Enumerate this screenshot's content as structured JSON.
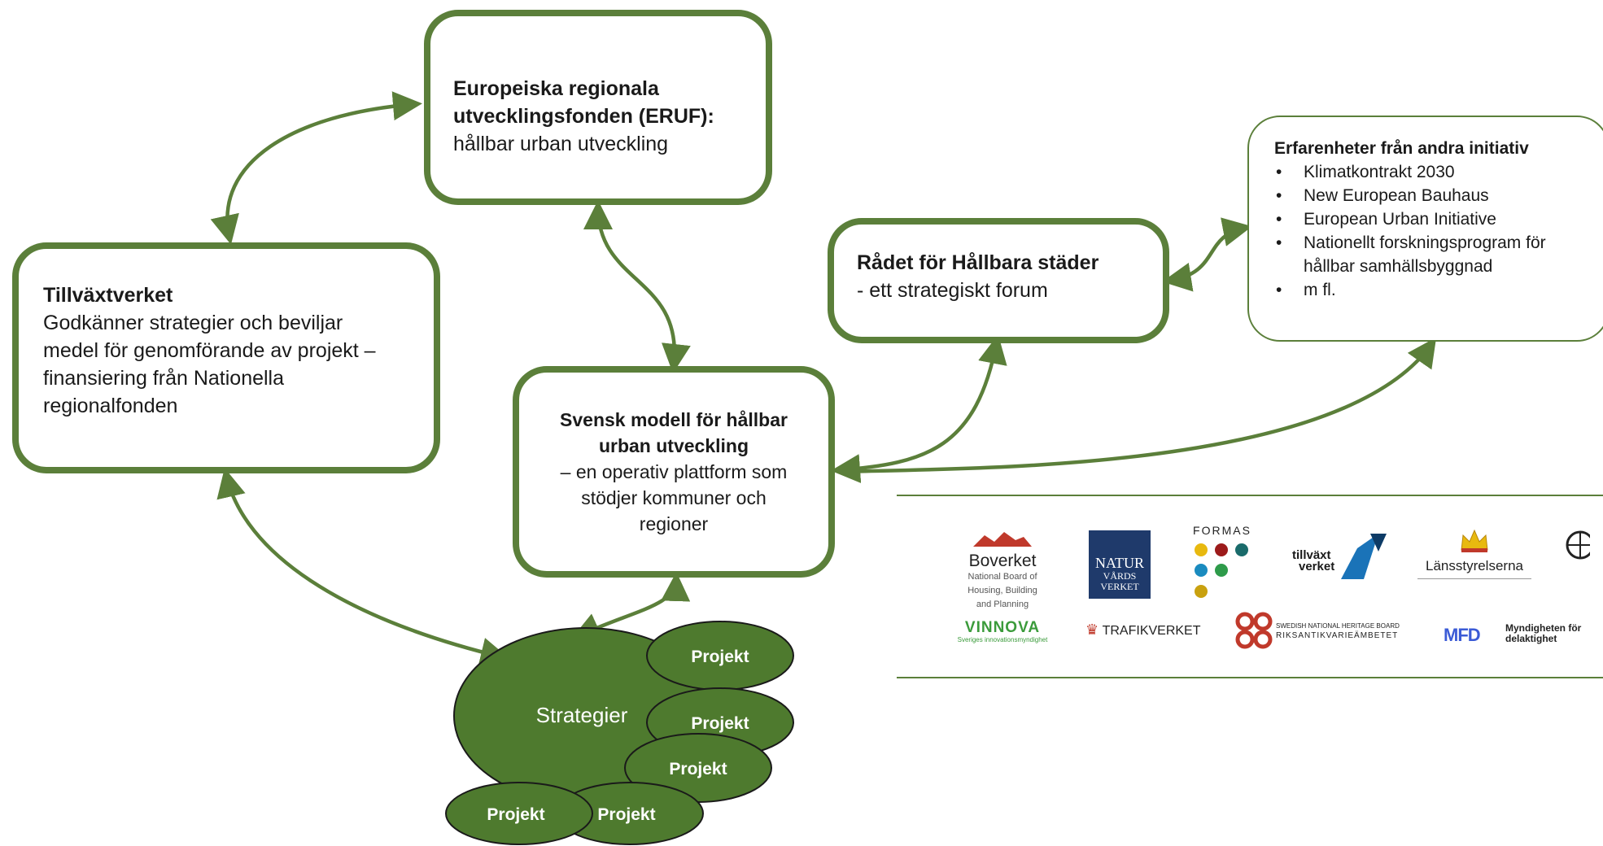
{
  "eruf": {
    "title_line1": "Europeiska regionala",
    "title_line2": "utvecklingsfonden (ERUF):",
    "sub": "hållbar urban utveckling"
  },
  "tillvaxt": {
    "title": "Tillväxtverket",
    "lines": [
      "Godkänner strategier och beviljar",
      "medel för genomförande av projekt –",
      "finansiering från Nationella",
      "regionalfonden"
    ]
  },
  "svensk": {
    "title_line1": "Svensk modell för hållbar",
    "title_line2": "urban utveckling",
    "lines": [
      "– en operativ plattform som",
      "stödjer kommuner och",
      "regioner"
    ]
  },
  "radet": {
    "title": "Rådet för Hållbara städer",
    "sub": "- ett strategiskt forum"
  },
  "erfarenheter": {
    "title": "Erfarenheter från andra initiativ",
    "items": [
      "Klimatkontrakt 2030",
      "New European Bauhaus",
      "European Urban Initiative",
      "Nationellt forskningsprogram för hållbar samhällsbyggnad",
      "m fl."
    ]
  },
  "cluster": {
    "strategy": "Strategier",
    "project": "Projekt"
  },
  "logos": {
    "boverket": {
      "name": "Boverket",
      "sub1": "National Board of",
      "sub2": "Housing, Building",
      "sub3": "and Planning"
    },
    "naturvards": {
      "l1": "NATUR",
      "l2": "VÅRDS",
      "l3": "VERKET"
    },
    "formas": "FORMAS",
    "tillvaxtverket": {
      "l1": "tillväxt",
      "l2": "verket"
    },
    "lansstyrelserna": "Länsstyrelserna",
    "vinnova": {
      "name": "VINNOVA",
      "sub": "Sveriges innovationsmyndighet"
    },
    "trafikverket": "TRAFIKVERKET",
    "raa": {
      "l1": "SWEDISH NATIONAL HERITAGE BOARD",
      "l2": "RIKSANTIKVARIEÄMBETET"
    },
    "mfd": {
      "mark": "MFD",
      "l1": "Myndigheten för",
      "l2": "delaktighet"
    }
  },
  "colors": {
    "green": "#5b7f3a",
    "dark_green": "#4e7a2e",
    "navy": "#1f3a6b"
  }
}
